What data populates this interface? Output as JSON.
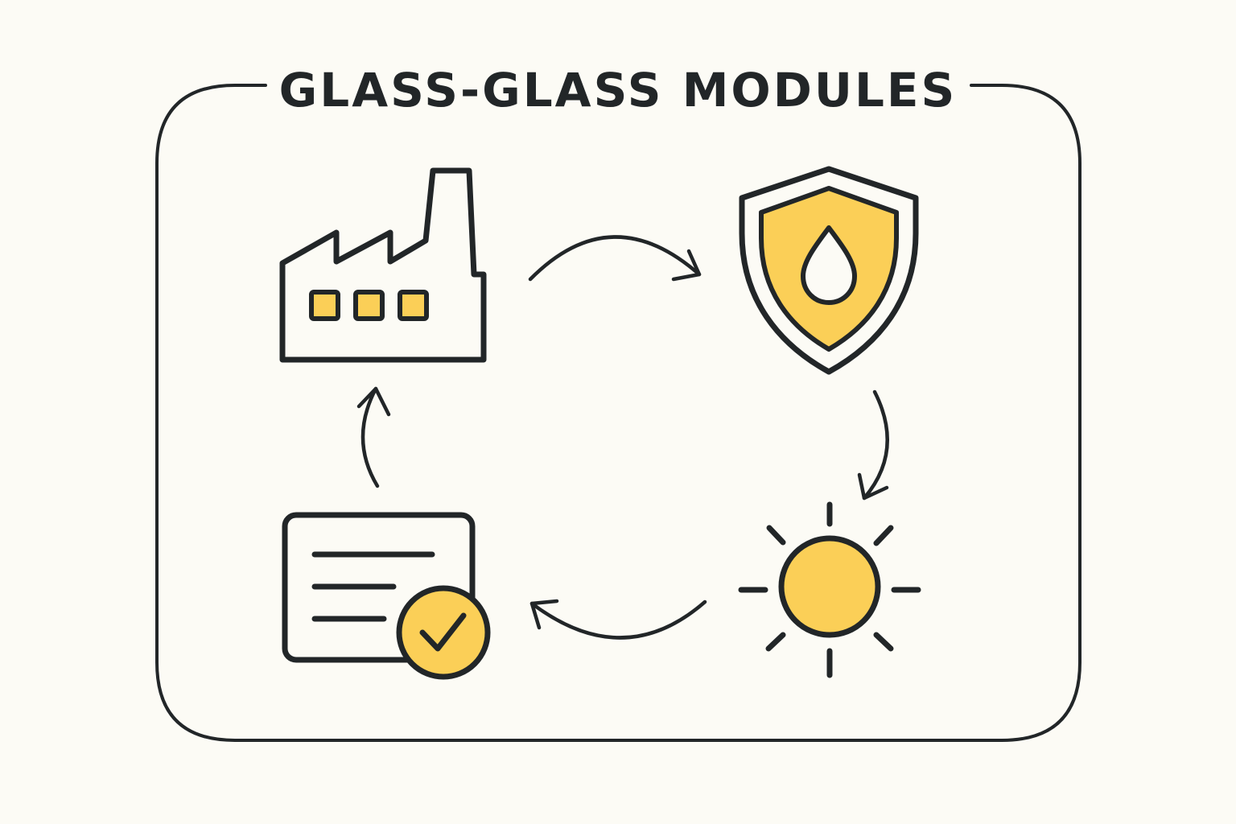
{
  "title": "GLASS-GLASS MODULES",
  "colors": {
    "background": "#fcfbf5",
    "stroke": "#222628",
    "accent": "#fbcf57"
  },
  "nodes": [
    {
      "id": "factory",
      "icon": "factory-icon"
    },
    {
      "id": "shield",
      "icon": "shield-water-drop-icon"
    },
    {
      "id": "sun",
      "icon": "sun-icon"
    },
    {
      "id": "certificate",
      "icon": "document-checkmark-icon"
    }
  ],
  "cycle": [
    "factory",
    "shield",
    "sun",
    "certificate",
    "factory"
  ]
}
